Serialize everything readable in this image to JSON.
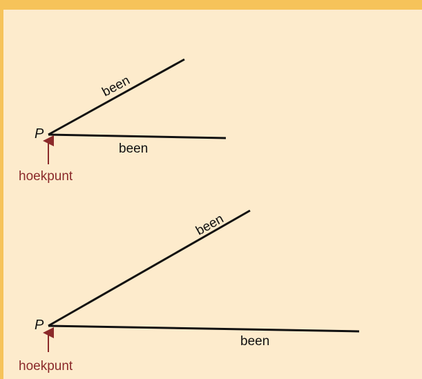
{
  "figures": [
    {
      "vertex_label": "P",
      "arm_upper_label": "been",
      "arm_lower_label": "been",
      "vertex_caption": "hoekpunt"
    },
    {
      "vertex_label": "P",
      "arm_upper_label": "been",
      "arm_lower_label": "been",
      "vertex_caption": "hoekpunt"
    }
  ],
  "colors": {
    "background": "#fdebcc",
    "border_band": "#f6c35a",
    "line": "#111111",
    "caption": "#8b2a2a"
  }
}
